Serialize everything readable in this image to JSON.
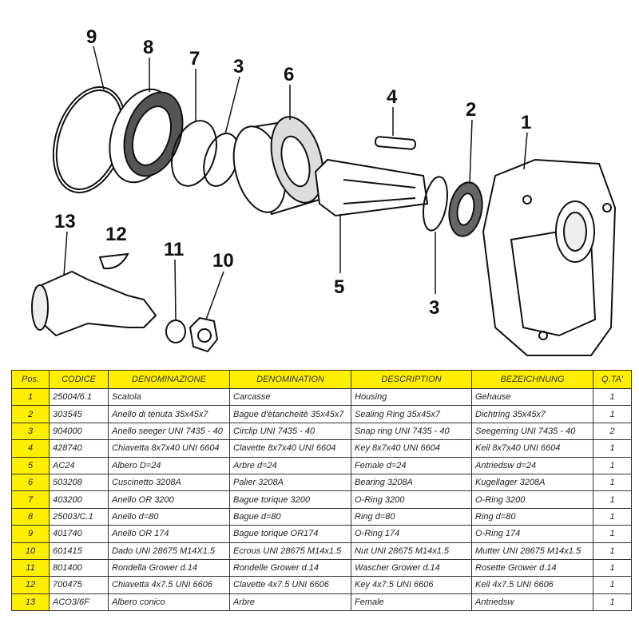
{
  "callouts": {
    "c9": "9",
    "c8": "8",
    "c7": "7",
    "c3a": "3",
    "c6": "6",
    "c4": "4",
    "c2": "2",
    "c1": "1",
    "c13": "13",
    "c12": "12",
    "c11": "11",
    "c10": "10",
    "c5": "5",
    "c3b": "3"
  },
  "table": {
    "headers": [
      "Pos.",
      "CODICE",
      "DENOMINAZIONE",
      "DENOMINATION",
      "DESCRIPTION",
      "BEZEICHNUNG",
      "Q.TA'"
    ],
    "rows": [
      [
        "1",
        "25004/6.1",
        "Scatola",
        "Carcasse",
        "Housing",
        "Gehause",
        "1"
      ],
      [
        "2",
        "303545",
        "Anello di tenuta 35x45x7",
        "Bague d'ètancheitè 35x45x7",
        "Sealing Ring 35x45x7",
        "Dichtring 35x45x7",
        "1"
      ],
      [
        "3",
        "904000",
        "Anello seeger UNI 7435 - 40",
        "Circlip  UNI 7435 - 40",
        "Snap ring UNI 7435 - 40",
        "Seegerring UNI 7435 - 40",
        "2"
      ],
      [
        "4",
        "428740",
        "Chiavetta 8x7x40 UNI 6604",
        "Clavette 8x7x40 UNI 6604",
        "Key 8x7x40 UNI 6604",
        "Keil 8x7x40 UNI 6604",
        "1"
      ],
      [
        "5",
        "AC24",
        "Albero D=24",
        "Arbre d=24",
        "Female d=24",
        "Antriedsw d=24",
        "1"
      ],
      [
        "6",
        "503208",
        "Cuscinetto        3208A",
        "Palier        3208A",
        "Bearing        3208A",
        "Kugellager        3208A",
        "1"
      ],
      [
        "7",
        "403200",
        "Anello OR 3200",
        "Bague torique 3200",
        "O-Ring 3200",
        "O-Ring 3200",
        "1"
      ],
      [
        "8",
        "25003/C.1",
        "Anello d=80",
        "Bague d=80",
        "Ring d=80",
        "Ring d=80",
        "1"
      ],
      [
        "9",
        "401740",
        "Anello OR 174",
        "Bague torique OR174",
        "O-Ring 174",
        "O-Ring 174",
        "1"
      ],
      [
        "10",
        "601415",
        "Dado UNI 28675 M14X1.5",
        " Ecrous UNI 28675 M14x1.5",
        "Nut UNI 28675 M14x1.5",
        "Mutter UNI  28675 M14x1.5",
        "1"
      ],
      [
        "11",
        "801400",
        "Rondella Grower d.14",
        "Rondelle Grower d.14",
        "Wascher Grower d.14",
        "Rosette Grower d.14",
        "1"
      ],
      [
        "12",
        "700475",
        "Chiavetta 4x7.5 UNI 6606",
        "Clavette 4x7.5 UNI 6606",
        "Key 4x7.5 UNI 6606",
        "Keil 4x7.5 UNI 6606",
        "1"
      ],
      [
        "13",
        "ACO3/6F",
        "Albero conico",
        "Arbre",
        "Female",
        "Antriedsw",
        "1"
      ]
    ]
  },
  "colors": {
    "header_bg": "#ffee00",
    "line": "#111111"
  }
}
